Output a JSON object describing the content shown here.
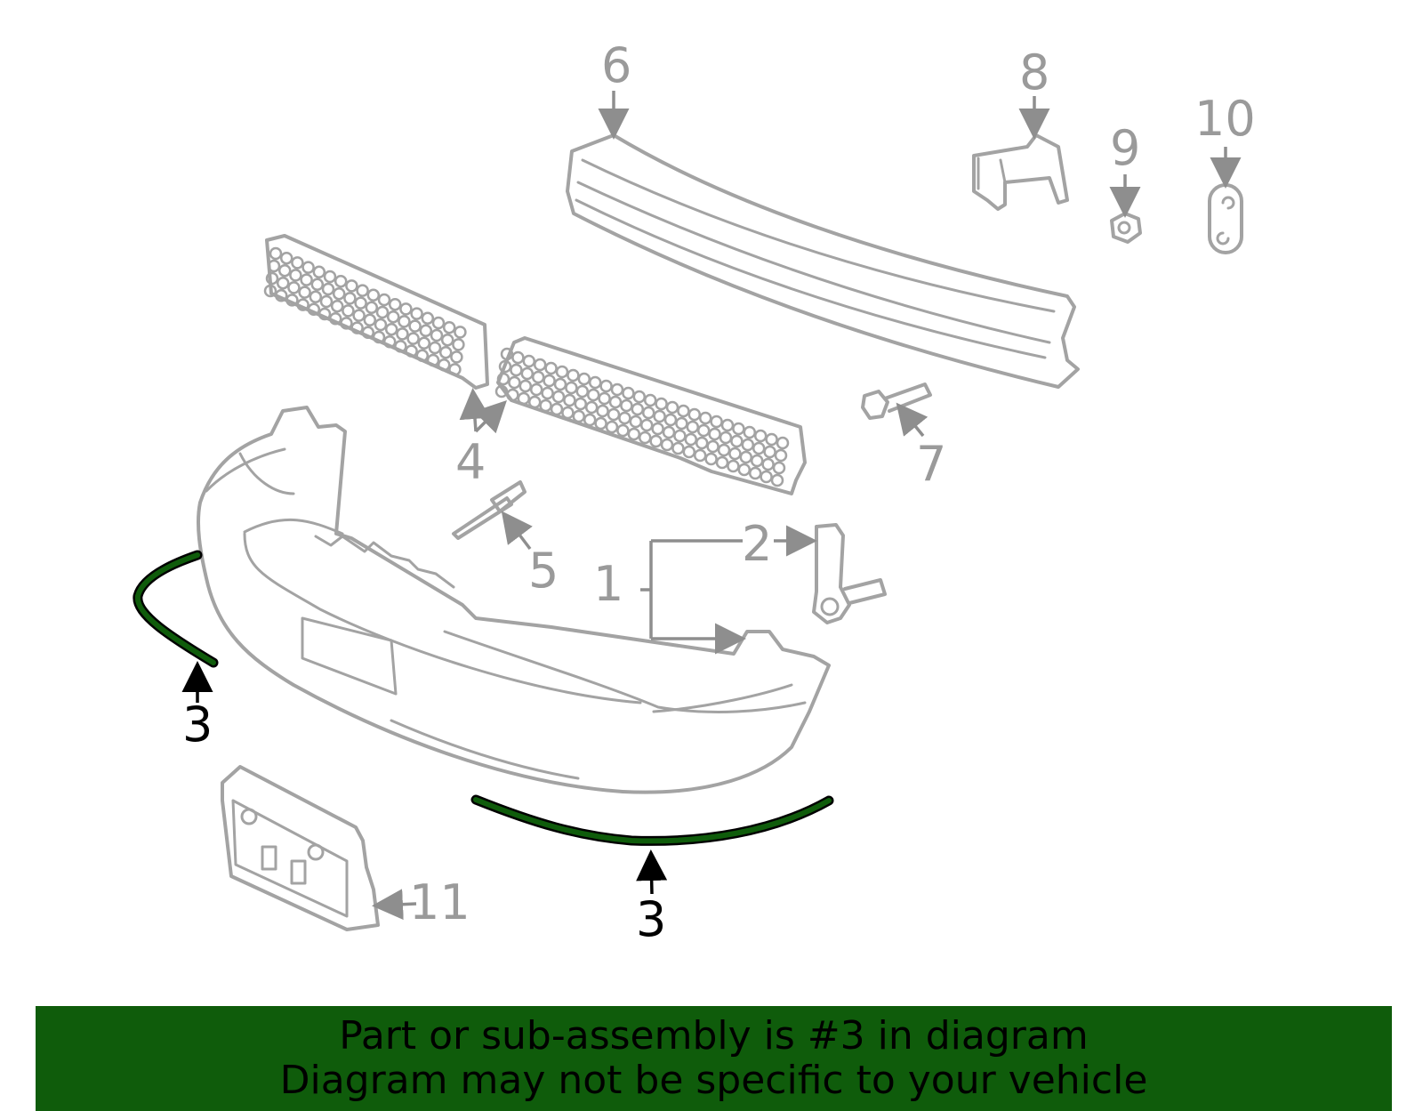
{
  "callouts": {
    "c1": "1",
    "c2": "2",
    "c3a": "3",
    "c3b": "3",
    "c4": "4",
    "c5": "5",
    "c6": "6",
    "c7": "7",
    "c8": "8",
    "c9": "9",
    "c10": "10",
    "c11": "11"
  },
  "banner": {
    "line1": "Part or sub-assembly is #3 in diagram",
    "line2": "Diagram may not be specific to your vehicle"
  },
  "colors": {
    "highlight": "#0f5c0b",
    "part_stroke": "#a3a3a3",
    "callout": "#9a9a9a"
  }
}
